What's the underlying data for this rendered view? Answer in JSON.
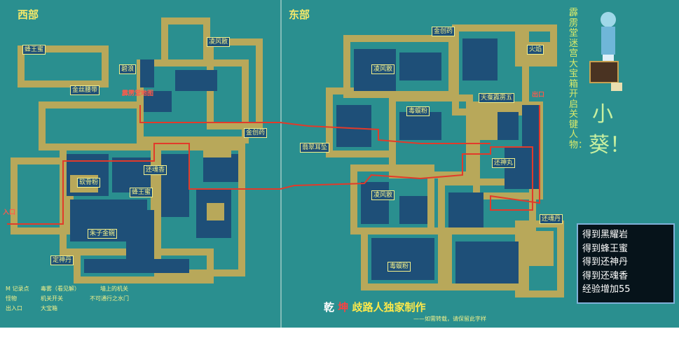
{
  "regions": {
    "west": "西部",
    "east": "东部"
  },
  "title_vertical": "霹雳堂迷宫大宝箱开启关键人物：",
  "character_name": "小葵！",
  "rewards": [
    "得到黑耀岩",
    "得到蜂王蜜",
    "得到还神丹",
    "得到还魂香",
    "经验增加55"
  ],
  "west_labels": {
    "fengwangmi_top": "蜂王蜜",
    "bilang": "碧浪",
    "jinsisu": "金丝腰带",
    "lingfengsan": "凌风散",
    "red_mark": "霹雳堂地图",
    "jinchuangyao": "金创药",
    "huanhunxiang": "还魂香",
    "ruangufen": "软骨粉",
    "fengwangmi_mid": "蜂王蜜",
    "zhusheng": "朱子金碗",
    "dingshenwan": "定神丹",
    "entrance": "入口"
  },
  "east_labels": {
    "jinchuangyao": "金创药",
    "huoyan": "火焰",
    "lingfengsan": "凌风散",
    "duwu_top": "毒蜈粉",
    "tianmu": "天蚕霹雳五",
    "exit_red": "出口",
    "feicui": "翡翠耳坠",
    "huanshenwan": "还神丸",
    "lingfengsan_mid": "凌风散",
    "huanhundan": "还魂丹",
    "duwu_bottom": "毒蜈粉"
  },
  "legend": {
    "m_record": "M 记录点",
    "poison_fog": "毒雾（看见解）",
    "wall_mechanism": "墙上的机关",
    "weapon": "怪物",
    "mech_switch": "机关开关",
    "no_pass": "不可通行之水门",
    "exit_entrance": "出入口",
    "big_chest": "大宝箱"
  },
  "credit": {
    "q": "乾",
    "k": "坤",
    "rest": "歧路人独家制作"
  },
  "subcredit": "——如需转载，请保留此字样",
  "colors": {
    "background": "#2a8f8f",
    "wall": "#b8a85a",
    "floor": "#1e4f78",
    "route": "#e23a2a"
  }
}
